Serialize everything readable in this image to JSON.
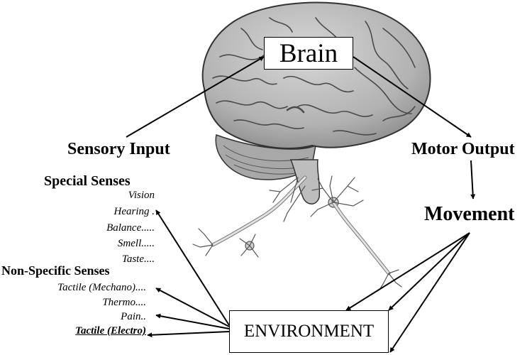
{
  "brain_label": "Brain",
  "environment_label": "ENVIRONMENT",
  "sensory_input_label": "Sensory Input",
  "motor_output_label": "Motor Output",
  "movement_label": "Movement",
  "special_senses": {
    "heading": "Special Senses",
    "items": [
      "Vision",
      "Hearing  .",
      "Balance.....",
      "Smell.....",
      "Taste...."
    ]
  },
  "non_specific_senses": {
    "heading": "Non-Specific Senses",
    "items": [
      "Tactile (Mechano)....",
      "Thermo....",
      "Pain..",
      "Tactile (Electro)"
    ]
  },
  "colors": {
    "ink": "#000000",
    "brain_fill": "#b9b9b9",
    "brain_shadow": "#8a8a8a",
    "neuron": "#cfcfcf"
  },
  "icons": [
    "brain-illustration",
    "neuron-illustration"
  ]
}
